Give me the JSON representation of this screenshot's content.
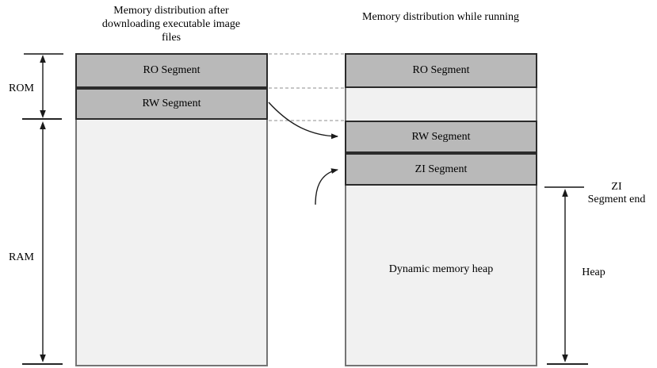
{
  "titles": {
    "left": "Memory distribution after downloading executable image files",
    "right": "Memory distribution while running"
  },
  "left_column": {
    "segments": [
      {
        "label": "RO Segment"
      },
      {
        "label": "RW Segment"
      }
    ]
  },
  "right_column": {
    "segments": [
      {
        "label": "RO Segment"
      },
      {
        "label": "RW Segment"
      },
      {
        "label": "ZI Segment"
      }
    ],
    "heap_label": "Dynamic memory heap"
  },
  "measures": {
    "rom": "ROM",
    "ram": "RAM",
    "zi_end_line1": "ZI",
    "zi_end_line2": "Segment end",
    "heap": "Heap"
  },
  "colors": {
    "segment_fill": "#b9b9b9",
    "empty_fill": "#f1f1f1",
    "segment_border": "#2b2b2b",
    "column_border": "#757575",
    "dashed_line": "#b3b3b3",
    "measure_line": "#3f3f3f"
  }
}
